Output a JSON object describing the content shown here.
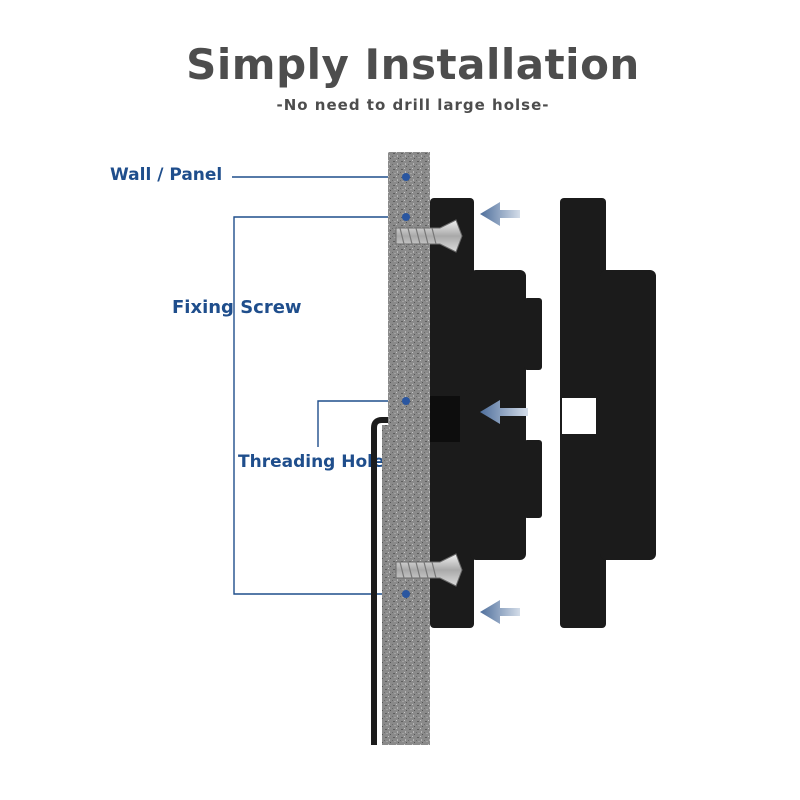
{
  "header": {
    "title": "Simply Installation",
    "subtitle": "-No need to drill large holse-"
  },
  "labels": {
    "wall_panel": "Wall / Panel",
    "fixing_screw": "Fixing Screw",
    "threading_hole": "Threading Hole"
  },
  "colors": {
    "title_text": "#4d4d4d",
    "label_text": "#1f4e8c",
    "leader_line": "#1f4e8c",
    "wall_texture": "#8c8c8c",
    "plate": "#1b1b1b",
    "arrow": "#8fa6c6"
  },
  "icons": [
    "screw-icon",
    "arrow-left-icon"
  ]
}
